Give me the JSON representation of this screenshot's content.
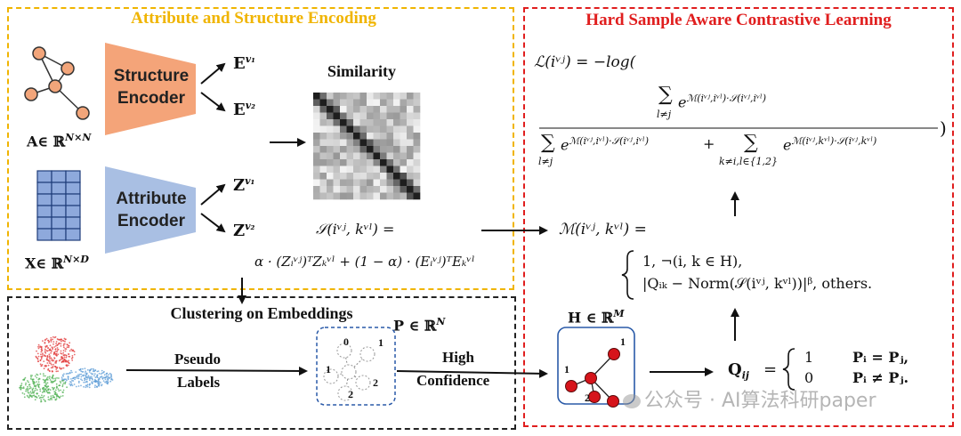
{
  "encoding": {
    "title": "Attribute and Structure Encoding",
    "structure_encoder": [
      "Structure",
      "Encoder"
    ],
    "attribute_encoder": [
      "Attribute",
      "Encoder"
    ],
    "adjacency_label": "A∈ ℝ",
    "adjacency_sup": "N×N",
    "feature_label": "X∈ ℝ",
    "feature_sup": "N×D",
    "e1": "E",
    "e1_sup": "v₁",
    "e2": "E",
    "e2_sup": "v₂",
    "z1": "Z",
    "z1_sup": "v₁",
    "z2": "Z",
    "z2_sup": "v₂",
    "similarity_title": "Similarity",
    "sim_formula_lhs": "𝒮(iᵛʲ, kᵛˡ) =",
    "sim_formula_rhs": "α · (Zᵢᵛʲ)ᵀZₖᵛˡ + (1 − α) · (Eᵢᵛʲ)ᵀEₖᵛˡ"
  },
  "clustering": {
    "title": "Clustering on Embeddings",
    "pseudo": "Pseudo",
    "labels": "Labels",
    "p_label": "P ∈ ℝ",
    "p_sup": "N",
    "high": "High",
    "confidence": "Confidence",
    "node_labels": [
      "0",
      "1",
      "1",
      "2",
      "2"
    ]
  },
  "hard": {
    "title": "Hard Sample Aware Contrastive Learning",
    "loss_lhs": "ℒ(iᵛʲ) = −log(",
    "numerator_sum": "∑",
    "numerator_sub": "l≠j",
    "numerator_exp": "e",
    "numerator_exp_sup": "ℳ(iᵛʲ,iᵛˡ)·𝒮(iᵛʲ,iᵛˡ)",
    "denom_sub1": "l≠j",
    "denom_sub2": "k≠i,l∈{1,2}",
    "denom_plus": "+",
    "denom_exp_sup1": "ℳ(iᵛʲ,iᵛˡ)·𝒮(iᵛʲ,iᵛˡ)",
    "denom_exp_sup2": "ℳ(iᵛʲ,kᵛˡ)·𝒮(iᵛʲ,kᵛˡ)",
    "close_paren": ")",
    "m_lhs": "ℳ(iᵛʲ, kᵛˡ) =",
    "m_case1": "1,  ¬(i, k ∈ H),",
    "m_case2": "|Qᵢₖ − Norm(𝒮(iᵛʲ, kᵛˡ))|ᵝ,  others.",
    "h_label": "H ∈ ℝ",
    "h_sup": "M",
    "h_node_labels": [
      "1",
      "1",
      "2"
    ],
    "q_lhs": "Q",
    "q_sub": "ij",
    "q_eq": "=",
    "q_case1_val": "1",
    "q_case1_cond": "Pᵢ = Pⱼ,",
    "q_case2_val": "0",
    "q_case2_cond": "Pᵢ ≠ Pⱼ."
  },
  "watermark": "公众号 · AI算法科研paper",
  "colors": {
    "encoding_border": "#f0b400",
    "hard_border": "#e01e1e",
    "structure_encoder": "#f4a479",
    "attribute_encoder": "#a9bfe3",
    "node_fill": "#f2a57a",
    "grid_fill": "#8ea9dc",
    "hard_node": "#d6141b"
  }
}
